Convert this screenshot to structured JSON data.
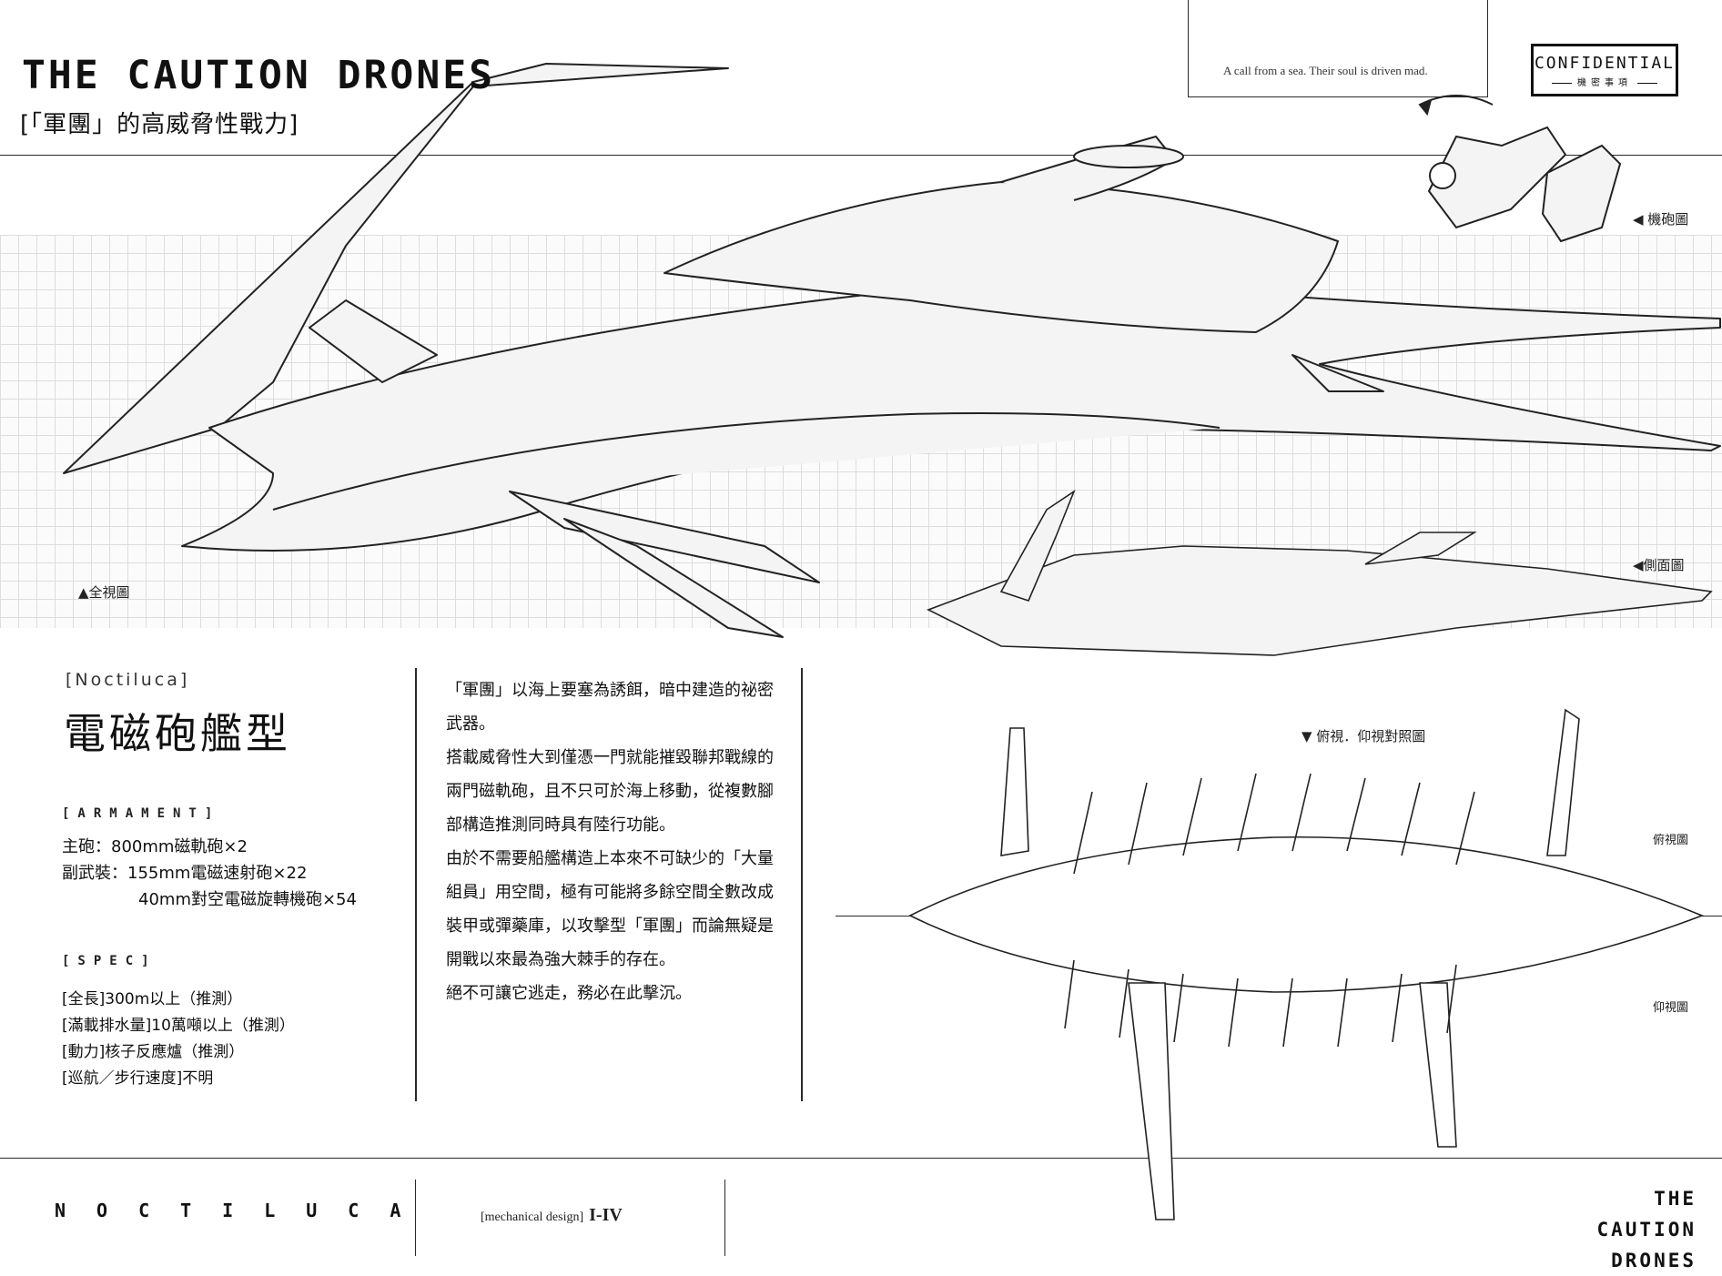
{
  "header": {
    "title": "THE CAUTION DRONES",
    "subtitle": "[「軍團」的高威脅性戰力]",
    "tagline": "A call from a sea. Their soul is driven mad.",
    "confidential": "CONFIDENTIAL",
    "confidential_sub": "機密事項"
  },
  "views": {
    "full": "▲全視圖",
    "gun": "◀ 機砲圖",
    "side": "◀側面圖",
    "compare": "▼ 俯視．仰視對照圖",
    "top": "俯視圖",
    "bottom": "仰視圖"
  },
  "profile": {
    "name_en": "[Noctiluca]",
    "name_cn": "電磁砲艦型",
    "armament_heading": "[ARMAMENT]",
    "armament": [
      "主砲：800mm磁軌砲×2",
      "副武裝：155mm電磁速射砲×22",
      "40mm對空電磁旋轉機砲×54"
    ],
    "spec_heading": "[SPEC]",
    "spec": [
      "[全長]300m以上（推測）",
      "[滿載排水量]10萬噸以上（推測）",
      "[動力]核子反應爐（推測）",
      "[巡航／步行速度]不明"
    ]
  },
  "description": [
    "「軍團」以海上要塞為誘餌，暗中建造的祕密武器。",
    "搭載威脅性大到僅憑一門就能摧毀聯邦戰線的兩門磁軌砲，且不只可於海上移動，從複數腳部構造推測同時具有陸行功能。",
    "由於不需要船艦構造上本來不可缺少的「大量組員」用空間，極有可能將多餘空間全數改成裝甲或彈藥庫，以攻擊型「軍團」而論無疑是開戰以來最為強大棘手的存在。",
    "絕不可讓它逃走，務必在此擊沉。"
  ],
  "footer": {
    "name": "NOCTILUCA",
    "mech_label": "[mechanical design]",
    "mech_num": "I-IV",
    "brand_line1": "THE CAUTION",
    "brand_line2": "DRONES"
  }
}
